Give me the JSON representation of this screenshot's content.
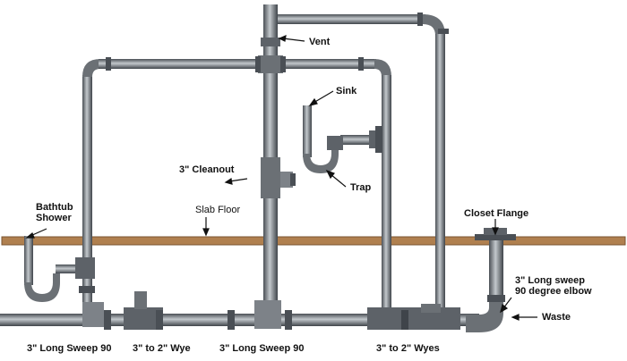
{
  "labels": {
    "vent": "Vent",
    "sink": "Sink",
    "cleanout": "3\" Cleanout",
    "trap": "Trap",
    "slab_floor": "Slab Floor",
    "bathtub_shower": "Bathtub\nShower",
    "closet_flange": "Closet Flange",
    "long_sweep_elbow": "3\" Long sweep\n90 degree elbow",
    "waste": "Waste",
    "long_sweep_90_left": "3\" Long Sweep 90",
    "wye_3_to_2": "3\" to 2\" Wye",
    "long_sweep_90_center": "3\" Long Sweep 90",
    "wyes_3_to_2": "3\" to 2\" Wyes"
  },
  "colors": {
    "pipe": "#8c9196",
    "pipe_dark": "#4a4f55",
    "pipe_light": "#c3c8cc",
    "fitting": "#5d6268",
    "slab": "#b0804f"
  }
}
